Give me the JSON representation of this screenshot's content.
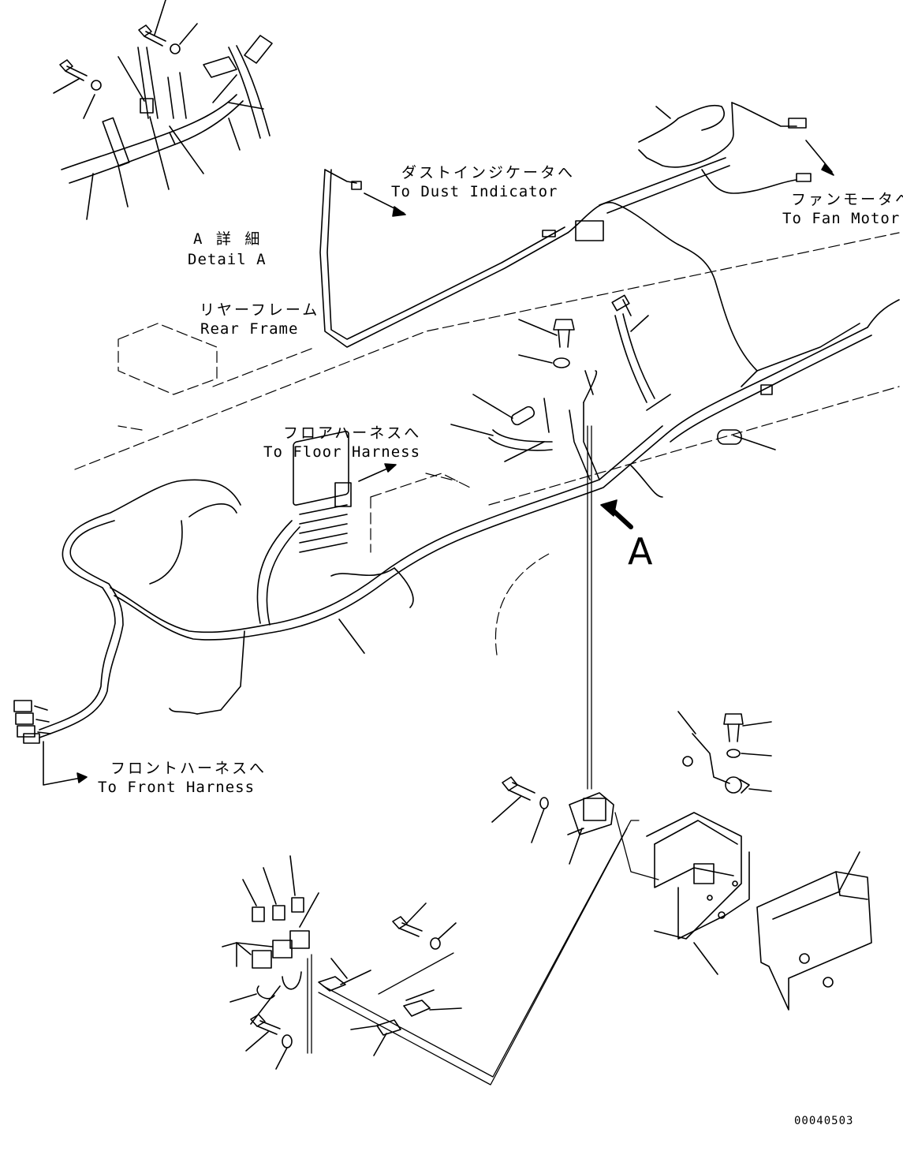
{
  "callouts": {
    "dust_indicator": {
      "jp": "ダストインジケータへ",
      "en": "To Dust Indicator"
    },
    "fan_motor": {
      "jp": "ファンモータへ",
      "en": "To Fan Motor"
    },
    "detail_a": {
      "jp": "A 詳 細",
      "en": "Detail A"
    },
    "rear_frame": {
      "jp": "リヤーフレーム",
      "en": "Rear Frame"
    },
    "floor_harness": {
      "jp": "フロアハーネスへ",
      "en": "To Floor Harness"
    },
    "front_harness": {
      "jp": "フロントハーネスへ",
      "en": "To Front Harness"
    }
  },
  "view_marker": "A",
  "drawing_number": "00040503"
}
